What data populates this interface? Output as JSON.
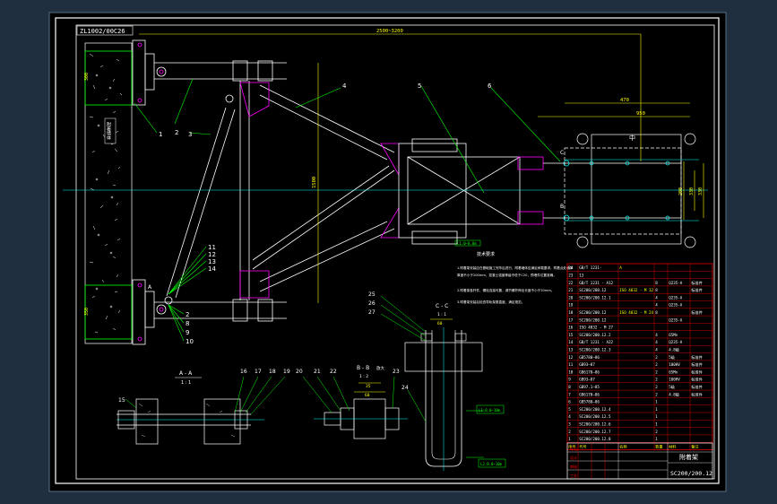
{
  "drawing": {
    "top_code": "ZL1002/00C26",
    "bottom_code": "SC200/200.12",
    "title_cell": "附着架",
    "overall_dim": "2500~3200",
    "height_dim": "1500",
    "small_dim_a": "470",
    "small_dim_b": "950",
    "left_dim_top": "300",
    "left_dim_bottom": "350",
    "right_dim_1": "330",
    "right_dim_2": "330",
    "right_dim_3": "200",
    "wall_label": "附着墙体",
    "detail_a_title": "A - A",
    "detail_a_scale": "1 : 1",
    "detail_b_title": "B - B",
    "detail_b_note": "放大",
    "detail_c_title": "C - C",
    "detail_c_scale": "1 : 1",
    "detail_b_dim_1": "35",
    "detail_b_dim_2": "60",
    "detail_c_dim": "60",
    "detail_b_scale": "1 : 2",
    "tag_green_1": "L1:0—8.0m",
    "tag_green_2": "L1:8.0—10m",
    "tag_green_3": "L2:8.0—10m",
    "section_mark_c": "C",
    "section_mark_b": "B",
    "section_mark_a": "A",
    "plus_sign": "中"
  },
  "part_labels_left": [
    "1",
    "2",
    "3",
    "4",
    "5",
    "6"
  ],
  "part_labels_mid": [
    "11",
    "12",
    "13",
    "14"
  ],
  "part_labels_low": [
    "2",
    "8",
    "9",
    "10"
  ],
  "part_labels_detail": [
    "15",
    "16",
    "17",
    "18",
    "19",
    "20",
    "21",
    "22",
    "23",
    "24",
    "25",
    "26",
    "27"
  ],
  "notes": {
    "title": "技术要求",
    "lines": [
      "1.附着架安装应在基础施工完毕后进行，附着墙体应满足承载要求，附着点处墙体",
      "  厚度不小于200mm，混凝土强度等级不低于C20，预埋件位置准确。",
      "2.附着架各杆件、螺栓连接可靠，调节螺杆伸出长度不小于20mm。",
      "3.附着架安装后检查导轨架垂直度，满足规范。"
    ]
  },
  "bom": [
    {
      "no": "24",
      "code": "GB/T 1231-",
      "name": "A",
      "qty": "",
      "mat": "",
      "note": ""
    },
    {
      "no": "23",
      "code": "13",
      "name": "",
      "qty": "",
      "mat": "",
      "note": ""
    },
    {
      "no": "22",
      "code": "GB/T 1231 - A12",
      "name": "",
      "qty": "8",
      "mat": "Q235-A",
      "note": "标准件"
    },
    {
      "no": "21",
      "code": "SC200/200.12",
      "name": "ISO 4032 - M 12",
      "qty": "8",
      "mat": "",
      "note": "标准件"
    },
    {
      "no": "20",
      "code": "SC200/200.12.1",
      "name": "",
      "qty": "4",
      "mat": "Q235-A",
      "note": ""
    },
    {
      "no": "19",
      "code": "",
      "name": "",
      "qty": "4",
      "mat": "Q235-A",
      "note": ""
    },
    {
      "no": "18",
      "code": "SC200/200.12",
      "name": "ISO 4032 - M 24",
      "qty": "8",
      "mat": "",
      "note": "标准件"
    },
    {
      "no": "17",
      "code": "SC200/200.12",
      "name": "",
      "qty": "",
      "mat": "Q235-A",
      "note": ""
    },
    {
      "no": "16",
      "code": "ISO 4032 - M 27",
      "name": "",
      "qty": "",
      "mat": "",
      "note": ""
    },
    {
      "no": "15",
      "code": "SC200/200.12.2",
      "name": "",
      "qty": "4",
      "mat": "65Mn",
      "note": ""
    },
    {
      "no": "14",
      "code": "GB/T 1231 - A22",
      "name": "",
      "qty": "4",
      "mat": "Q235-A",
      "note": ""
    },
    {
      "no": "13",
      "code": "SC200/200.12.3",
      "name": "",
      "qty": "4",
      "mat": "4.8级",
      "note": ""
    },
    {
      "no": "12",
      "code": "GB5780—86",
      "name": "",
      "qty": "2",
      "mat": "5级",
      "note": "标准件"
    },
    {
      "no": "11",
      "code": "GB93—87",
      "name": "",
      "qty": "2",
      "mat": "100HV",
      "note": "标准件"
    },
    {
      "no": "10",
      "code": "GB6170—86",
      "name": "",
      "qty": "2",
      "mat": "65Mn",
      "note": "标准件"
    },
    {
      "no": "9",
      "code": "GB93—87",
      "name": "",
      "qty": "2",
      "mat": "100HV",
      "note": "标准件"
    },
    {
      "no": "8",
      "code": "GB97.1—85",
      "name": "",
      "qty": "2",
      "mat": "5级",
      "note": "标准件"
    },
    {
      "no": "7",
      "code": "GB6170—86",
      "name": "",
      "qty": "2",
      "mat": "4.8级",
      "note": "标准件"
    },
    {
      "no": "6",
      "code": "GB5780—86",
      "name": "",
      "qty": "1",
      "mat": "",
      "note": ""
    },
    {
      "no": "5",
      "code": "SC200/200.12.4",
      "name": "",
      "qty": "1",
      "mat": "",
      "note": ""
    },
    {
      "no": "4",
      "code": "SC200/200.12.5",
      "name": "",
      "qty": "1",
      "mat": "",
      "note": ""
    },
    {
      "no": "3",
      "code": "SC200/200.12.6",
      "name": "",
      "qty": "1",
      "mat": "",
      "note": ""
    },
    {
      "no": "2",
      "code": "SC200/200.12.7",
      "name": "",
      "qty": "2",
      "mat": "",
      "note": ""
    },
    {
      "no": "1",
      "code": "SC200/200.12.8",
      "name": "",
      "qty": "1",
      "mat": "",
      "note": ""
    }
  ],
  "bom_header": {
    "no": "序号",
    "code": "代号",
    "name": "名称",
    "qty": "数量",
    "mat": "材料",
    "note": "备注"
  },
  "title_block": {
    "row1": "标记",
    "row2": "设计",
    "row3": "审核",
    "row4": "工艺"
  }
}
